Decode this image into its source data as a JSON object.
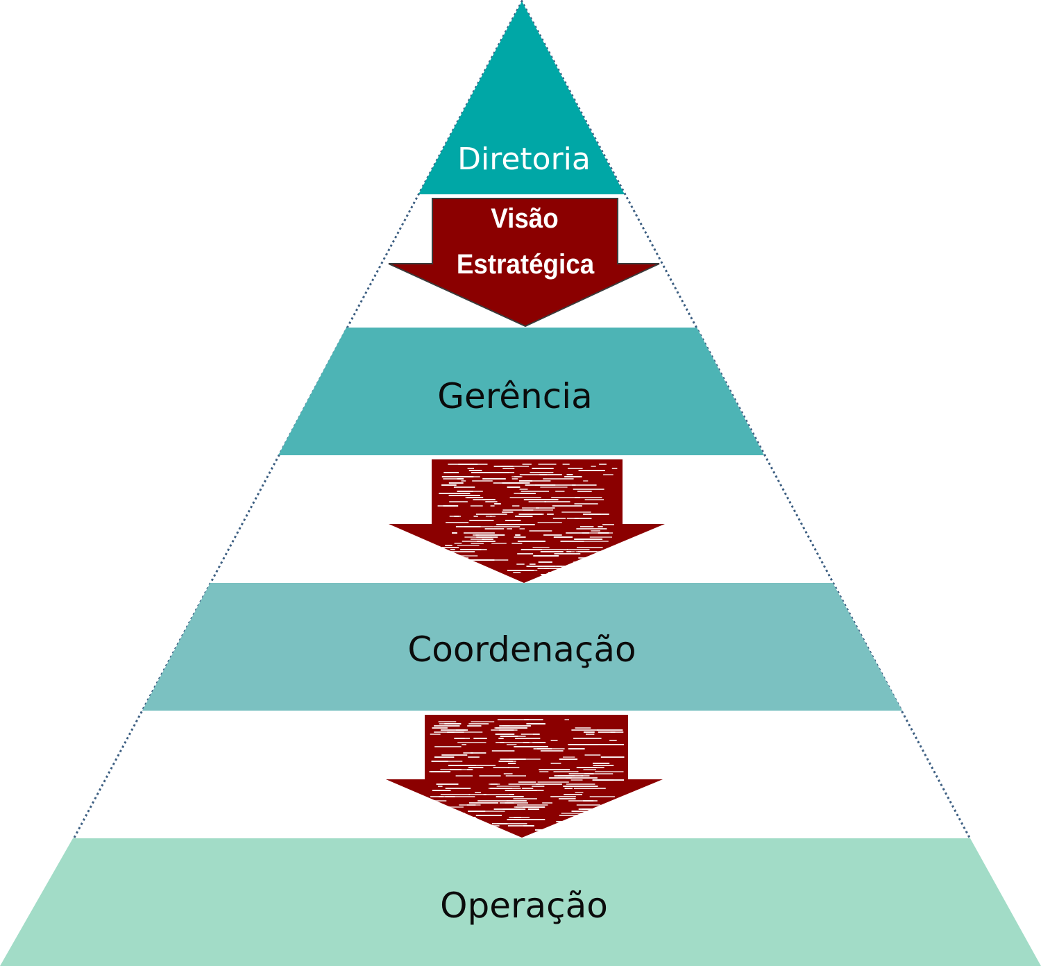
{
  "diagram": {
    "tiers": [
      {
        "label": "Diretoria",
        "color": "#00a7a6",
        "text_color": "#ffffff"
      },
      {
        "label": "Gerência",
        "color": "#4db4b5",
        "text_color": "#0b0b0b"
      },
      {
        "label": "Coordenação",
        "color": "#7bc1c1",
        "text_color": "#0b0b0b"
      },
      {
        "label": "Operação",
        "color": "#a2dcc7",
        "text_color": "#0b0b0b"
      }
    ],
    "arrows": [
      {
        "line1": "Visão",
        "line2": "Estratégica",
        "style": "solid"
      },
      {
        "line1": "",
        "line2": "",
        "style": "distorted"
      },
      {
        "line1": "",
        "line2": "",
        "style": "distorted"
      }
    ],
    "arrow_color": "#8b0000",
    "arrow_outline": "#3a3a3a",
    "outline_color": "#3d5f82"
  }
}
